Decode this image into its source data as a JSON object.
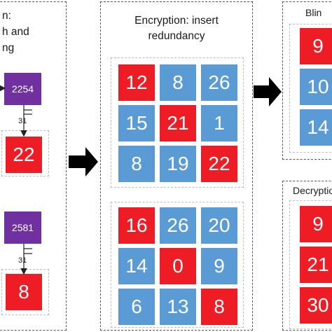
{
  "left": {
    "title_lines": [
      "n:",
      "h and",
      "ng"
    ],
    "block1": {
      "purple": "2254",
      "label": "31",
      "result": "22"
    },
    "block2": {
      "purple": "2581",
      "label": "31",
      "result": "8"
    }
  },
  "middle": {
    "title_lines": [
      "Encryption: insert",
      "redundancy"
    ],
    "grid1": [
      {
        "v": "12",
        "c": "red"
      },
      {
        "v": "8",
        "c": "blue"
      },
      {
        "v": "26",
        "c": "blue"
      },
      {
        "v": "15",
        "c": "blue"
      },
      {
        "v": "21",
        "c": "red"
      },
      {
        "v": "1",
        "c": "blue"
      },
      {
        "v": "8",
        "c": "blue"
      },
      {
        "v": "19",
        "c": "blue"
      },
      {
        "v": "22",
        "c": "red"
      }
    ],
    "grid2": [
      {
        "v": "16",
        "c": "red"
      },
      {
        "v": "26",
        "c": "blue"
      },
      {
        "v": "20",
        "c": "blue"
      },
      {
        "v": "14",
        "c": "blue"
      },
      {
        "v": "0",
        "c": "red"
      },
      {
        "v": "9",
        "c": "blue"
      },
      {
        "v": "6",
        "c": "blue"
      },
      {
        "v": "13",
        "c": "blue"
      },
      {
        "v": "8",
        "c": "red"
      }
    ]
  },
  "right": {
    "top": {
      "title": "Blin",
      "cells": [
        {
          "v": "9",
          "c": "red"
        },
        {
          "v": "10",
          "c": "blue"
        },
        {
          "v": "14",
          "c": "blue"
        }
      ]
    },
    "bottom": {
      "title": "Decryptio",
      "cells": [
        {
          "v": "9",
          "c": "red"
        },
        {
          "v": "21",
          "c": "red"
        },
        {
          "v": "30",
          "c": "red"
        }
      ]
    }
  },
  "colors": {
    "red": "#ee1c25",
    "blue": "#5b9bd5",
    "purple": "#7030a0",
    "arrow": "#000000"
  }
}
